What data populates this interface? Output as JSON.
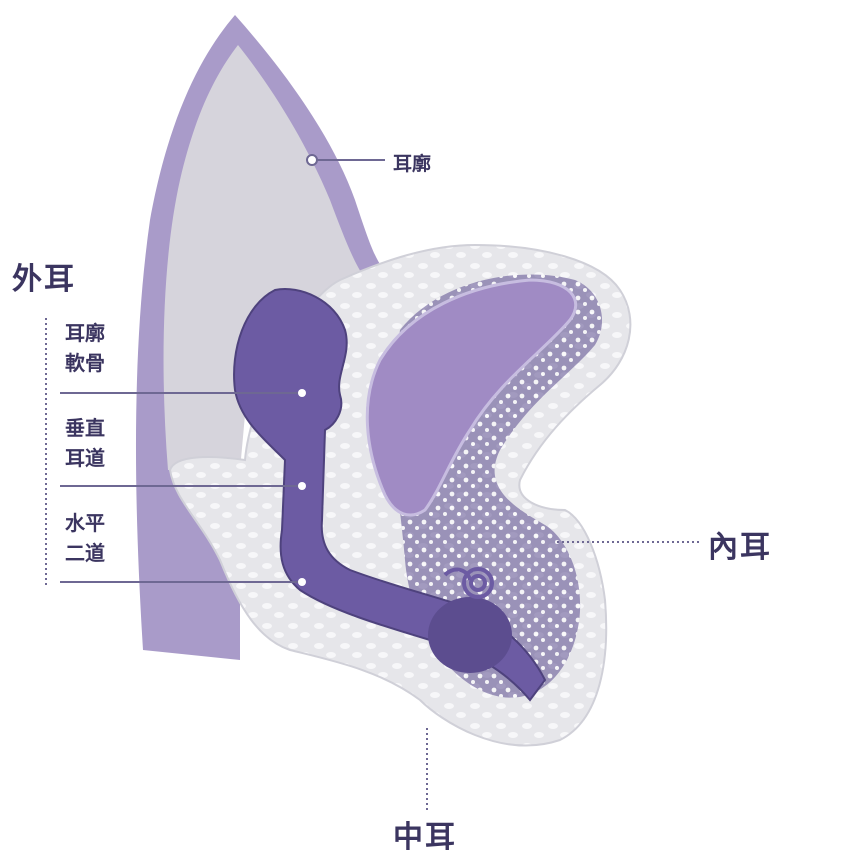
{
  "labels": {
    "outer_ear": "外耳",
    "pinna": "耳廓",
    "pinna_cartilage": [
      "耳廓",
      "軟骨"
    ],
    "vertical_canal": [
      "垂直",
      "耳道"
    ],
    "horizontal_canal": [
      "水平",
      "二道"
    ],
    "inner_ear": "內耳",
    "middle_ear": "中耳"
  },
  "colors": {
    "label_text": "#3b3560",
    "pinna_border": "#a99bc9",
    "pinna_fill": "#d6d4dc",
    "bone_fill": "#e3e3e8",
    "canal_fill": "#6c5ba3",
    "cochlea_fill": "#a08bc4",
    "leader_line": "#6e6893"
  }
}
